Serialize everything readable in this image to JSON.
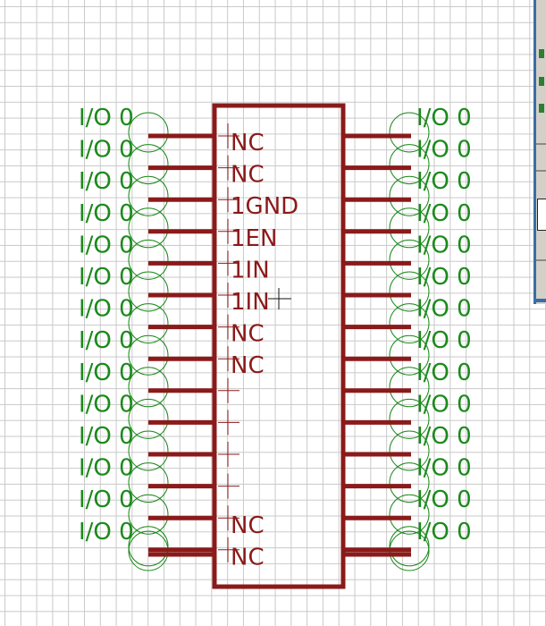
{
  "diagram": {
    "colors": {
      "body": "#8b1a1a",
      "pins": "#8b1a1a",
      "labels": "#1a8a1a",
      "grid": "#c9c9c9"
    },
    "left_io_labels": [
      "I/O 0",
      "I/O 0",
      "I/O 0",
      "I/O 0",
      "I/O 0",
      "I/O 0",
      "I/O 0",
      "I/O 0",
      "I/O 0",
      "I/O 0",
      "I/O 0",
      "I/O 0",
      "I/O 0",
      "I/O 0"
    ],
    "right_io_labels": [
      "I/O 0",
      "I/O 0",
      "I/O 0",
      "I/O 0",
      "I/O 0",
      "I/O 0",
      "I/O 0",
      "I/O 0",
      "I/O 0",
      "I/O 0",
      "I/O 0",
      "I/O 0",
      "I/O 0",
      "I/O 0"
    ],
    "pin_names_top": [
      "NC",
      "NC",
      "1GND",
      "1EN",
      "1IN",
      "1IN",
      "NC",
      "NC"
    ],
    "pin_names_bottom": [
      "NC",
      "NC"
    ]
  }
}
